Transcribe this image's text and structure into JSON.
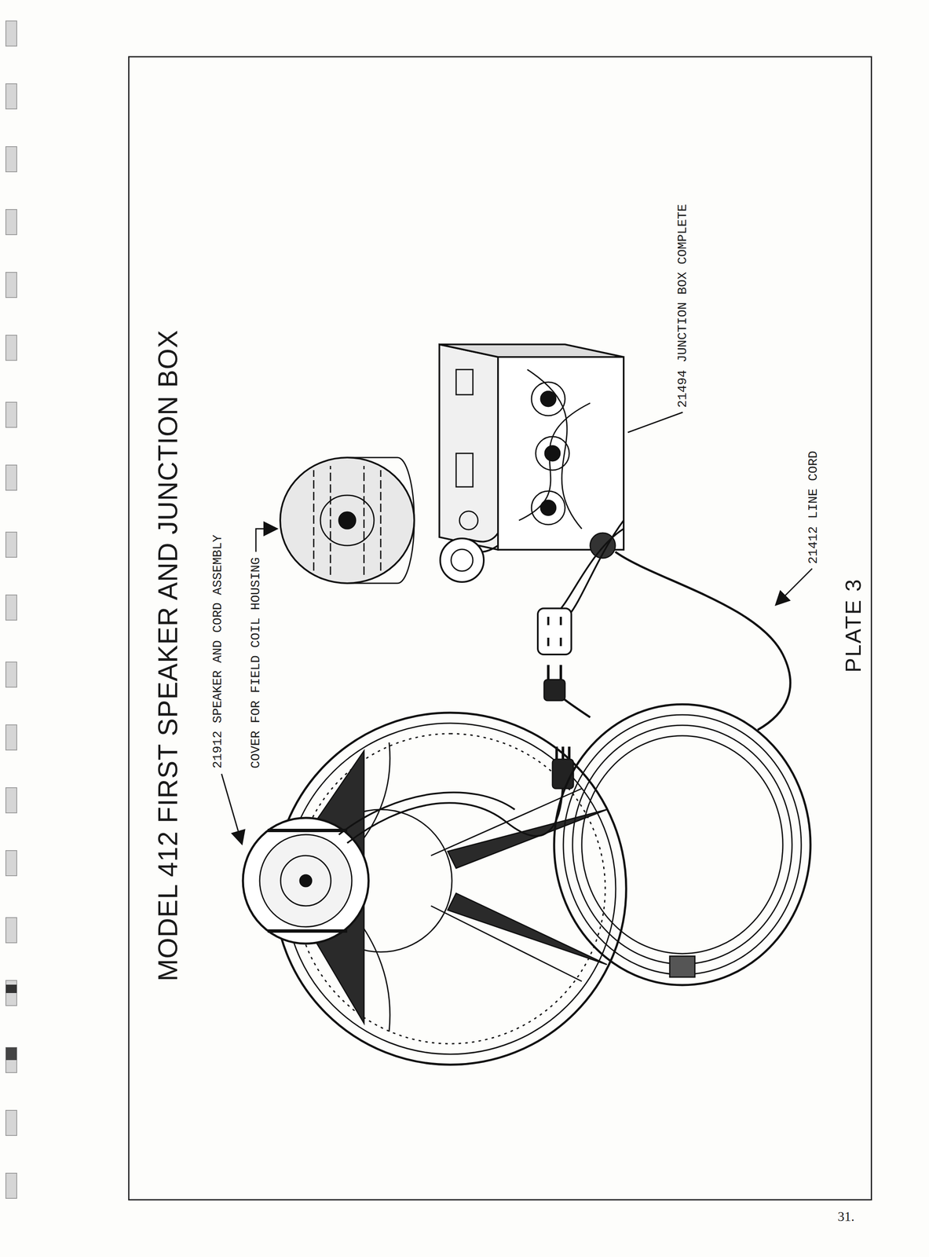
{
  "diagram": {
    "title": "MODEL 412 FIRST SPEAKER AND JUNCTION BOX",
    "caption": "PLATE 3",
    "labels": [
      "21912 SPEAKER AND CORD ASSEMBLY",
      "COVER FOR FIELD COIL HOUSING",
      "21494 JUNCTION BOX COMPLETE",
      "21412 LINE CORD",
      "31."
    ]
  }
}
